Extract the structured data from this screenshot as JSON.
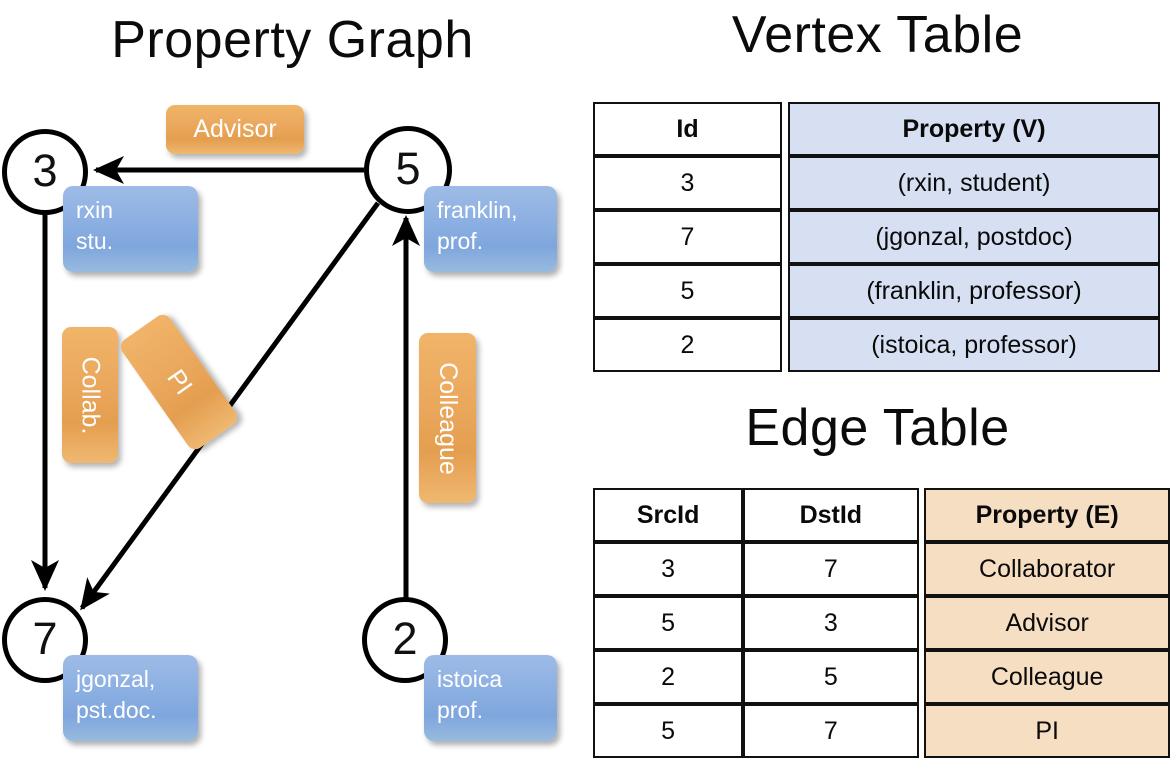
{
  "graph": {
    "title": "Property Graph",
    "nodes": [
      {
        "id": "3",
        "prop_lines": [
          "rxin",
          "stu."
        ]
      },
      {
        "id": "5",
        "prop_lines": [
          "franklin,",
          "prof."
        ]
      },
      {
        "id": "7",
        "prop_lines": [
          "jgonzal,",
          "pst.doc."
        ]
      },
      {
        "id": "2",
        "prop_lines": [
          "istoica",
          "prof."
        ]
      }
    ],
    "edge_labels": [
      {
        "name": "advisor-label",
        "text": "Advisor"
      },
      {
        "name": "collab-label",
        "text": "Collab."
      },
      {
        "name": "pi-label",
        "text": "PI"
      },
      {
        "name": "colleague-label",
        "text": "Colleague"
      }
    ]
  },
  "vertex_table": {
    "title": "Vertex Table",
    "headers": [
      "Id",
      "Property (V)"
    ],
    "rows": [
      {
        "id": "3",
        "property": "(rxin, student)"
      },
      {
        "id": "7",
        "property": "(jgonzal, postdoc)"
      },
      {
        "id": "5",
        "property": "(franklin, professor)"
      },
      {
        "id": "2",
        "property": "(istoica, professor)"
      }
    ]
  },
  "edge_table": {
    "title": "Edge Table",
    "headers": [
      "SrcId",
      "DstId",
      "Property (E)"
    ],
    "rows": [
      {
        "src": "3",
        "dst": "7",
        "property": "Collaborator"
      },
      {
        "src": "5",
        "dst": "3",
        "property": "Advisor"
      },
      {
        "src": "2",
        "dst": "5",
        "property": "Colleague"
      },
      {
        "src": "5",
        "dst": "7",
        "property": "PI"
      }
    ]
  },
  "colors": {
    "vertex_property_fill": "#d6e0f2",
    "edge_property_fill": "#f6dec2",
    "node_property_box": "#8cb0e2",
    "relation_box": "#eaa75c",
    "stroke": "#000000"
  }
}
